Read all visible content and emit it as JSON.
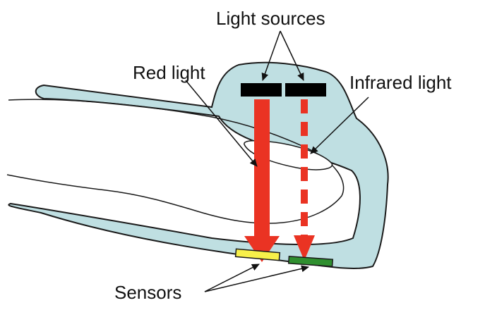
{
  "labels": {
    "light_sources": "Light sources",
    "red_light": "Red light",
    "infrared_light": "Infrared light",
    "sensors": "Sensors"
  },
  "colors": {
    "probe_fill": "#bfdfe2",
    "probe_stroke": "#1a1a1a",
    "source_block": "#000000",
    "red_beam": "#ea3323",
    "sensor_yellow": "#f7f04a",
    "sensor_green": "#2f8f2f"
  }
}
